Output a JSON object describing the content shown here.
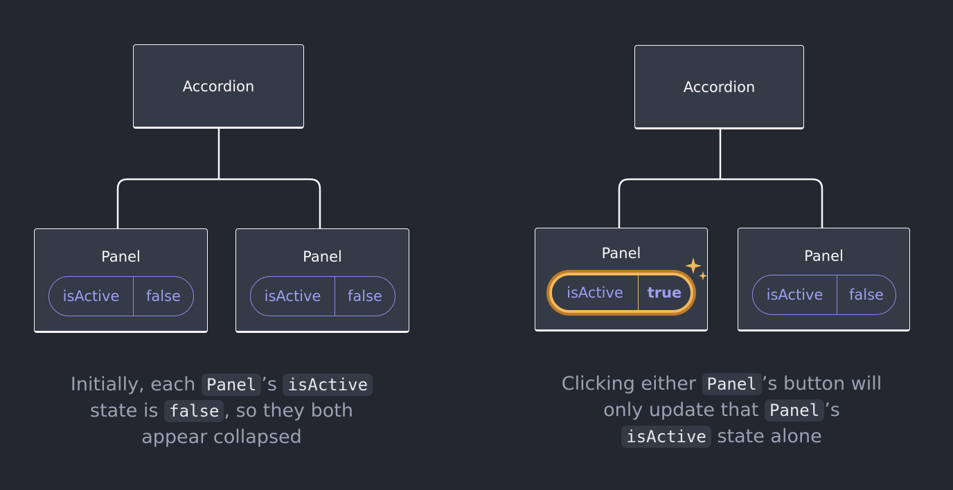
{
  "left": {
    "root_label": "Accordion",
    "panels": [
      {
        "label": "Panel",
        "state_key": "isActive",
        "state_value": "false"
      },
      {
        "label": "Panel",
        "state_key": "isActive",
        "state_value": "false"
      }
    ],
    "caption": {
      "t1": "Initially, each ",
      "c1": "Panel",
      "t2": "’s ",
      "c2": "isActive",
      "t3": "state is ",
      "c3": "false",
      "t4": ", so they both",
      "t5": "appear collapsed"
    }
  },
  "right": {
    "root_label": "Accordion",
    "panels": [
      {
        "label": "Panel",
        "state_key": "isActive",
        "state_value": "true",
        "highlighted": true
      },
      {
        "label": "Panel",
        "state_key": "isActive",
        "state_value": "false"
      }
    ],
    "caption": {
      "t1": "Clicking either ",
      "c1": "Panel",
      "t2": "’s button will",
      "t3": "only update that ",
      "c2": "Panel",
      "t4": "’s",
      "c3": "isActive",
      "t5": " state alone"
    }
  },
  "colors": {
    "background": "#23272f",
    "box_fill": "#343a46",
    "box_border": "#f6f7f9",
    "state_accent": "#8b8ce6",
    "highlight": "#f3b95a",
    "caption_text": "#99a1b3"
  }
}
